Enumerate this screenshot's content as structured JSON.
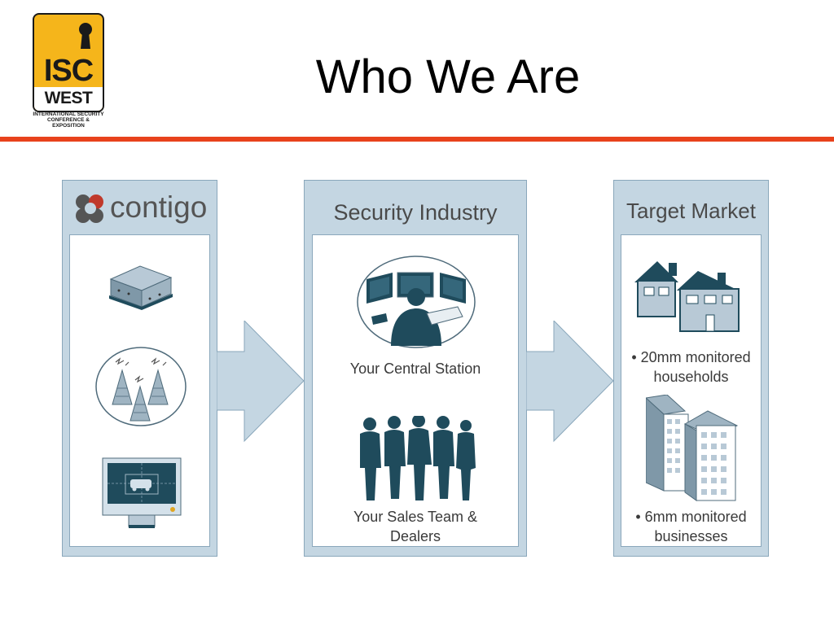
{
  "logo": {
    "top_text": "ISC",
    "bottom_text": "WEST",
    "tagline_1": "INTERNATIONAL SECURITY",
    "tagline_2": "CONFERENCE & EXPOSITION"
  },
  "slide": {
    "title": "Who We Are"
  },
  "colors": {
    "accent_rule": "#e8421c",
    "panel_bg": "#c4d6e2",
    "icon_teal": "#1f4b5c",
    "logo_yellow": "#f5b51b"
  },
  "left_panel": {
    "brand_text": "contigo",
    "icons": [
      "device-box-icon",
      "cell-towers-icon",
      "tracking-monitor-icon"
    ]
  },
  "middle_panel": {
    "title": "Security Industry",
    "items": [
      {
        "icon": "central-station-icon",
        "caption": "Your Central Station"
      },
      {
        "icon": "sales-team-icon",
        "caption": "Your Sales Team & Dealers"
      }
    ]
  },
  "right_panel": {
    "title": "Target Market",
    "items": [
      {
        "icon": "houses-icon",
        "caption": "• 20mm monitored households"
      },
      {
        "icon": "office-buildings-icon",
        "caption": "• 6mm monitored businesses"
      }
    ]
  }
}
